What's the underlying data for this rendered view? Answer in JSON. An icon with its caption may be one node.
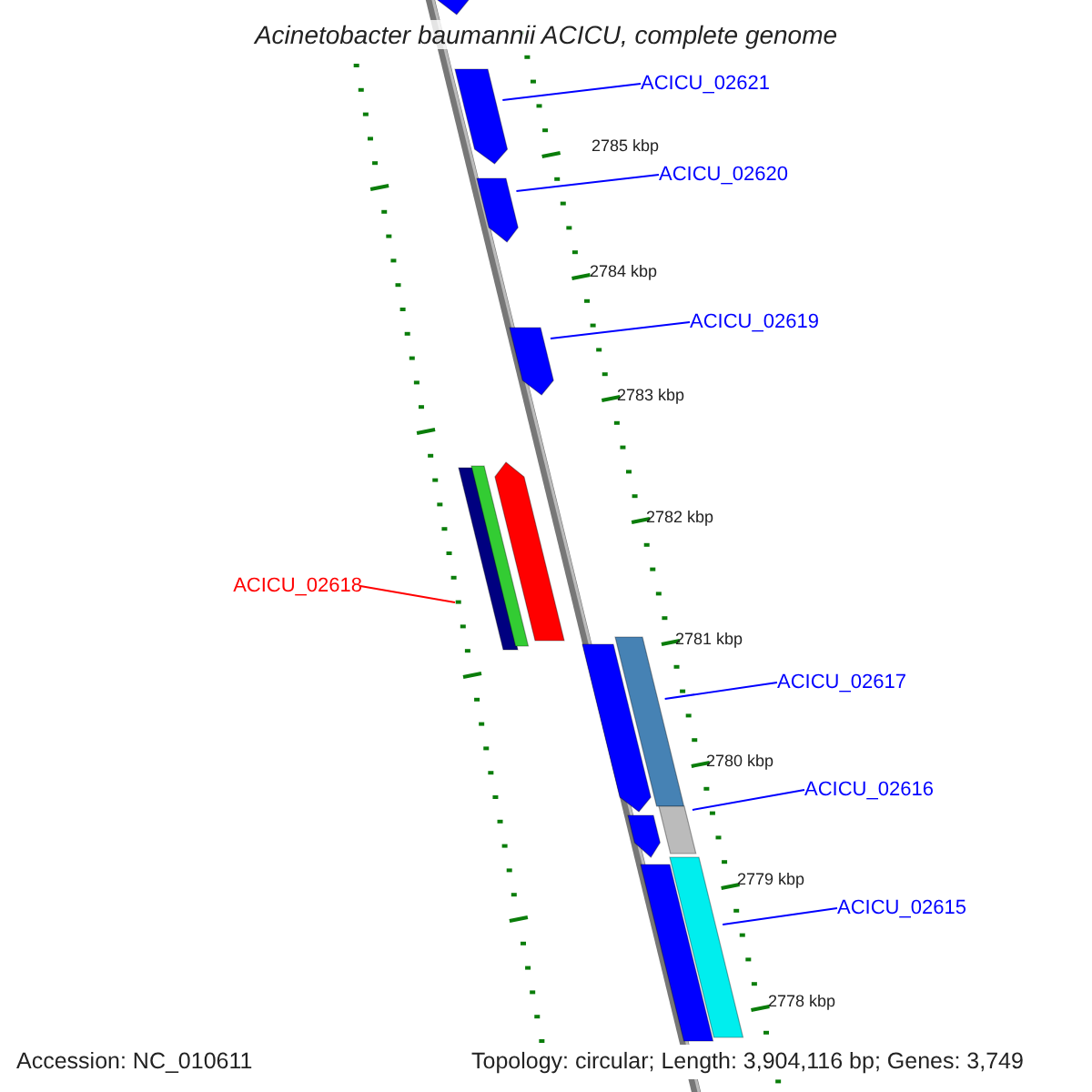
{
  "diagram": {
    "title": "Acinetobacter baumannii ACICU, complete genome",
    "nodes": [
      {
        "text": [
          "ACICU_02621"
        ]
      },
      {
        "text": [],
        "shape": "bar"
      },
      {
        "text": [
          "ACICU_02620"
        ]
      },
      {
        "text": [],
        "shape": "bar"
      },
      {
        "text": [
          "ACICU_02619"
        ]
      },
      {
        "text": [],
        "shape": "bar"
      },
      {
        "text": [],
        "shape": "bar"
      },
      {
        "text": [
          "ACICU_02618"
        ]
      },
      {
        "text": [],
        "shape": "bar"
      },
      {
        "text": [
          "ACICU_02617"
        ]
      },
      {
        "text": [],
        "shape": "bar"
      },
      {
        "text": [
          "ACICU_02616"
        ]
      },
      {
        "text": [],
        "shape": "bar"
      },
      {
        "text": [
          "ACICU_02615"
        ]
      },
      {
        "text": [],
        "shape": "bar"
      },
      {
        "text": [],
        "shape": "bar"
      },
      {
        "text": [],
        "shape": "bar"
      },
      {
        "text": [],
        "shape": "bar"
      }
    ],
    "edges": [
      {
        "from": 0,
        "to": 1,
        "arrow": "none"
      },
      {
        "from": 2,
        "to": 3,
        "arrow": "none"
      },
      {
        "from": 4,
        "to": 5,
        "arrow": "none"
      },
      {
        "from": 7,
        "to": 6,
        "arrow": "none",
        "color": "#ff0000"
      },
      {
        "from": 9,
        "to": 8,
        "arrow": "none"
      },
      {
        "from": 11,
        "to": 10,
        "arrow": "none"
      },
      {
        "from": 13,
        "to": 12,
        "arrow": "none"
      }
    ],
    "labels": [
      "2785 kbp",
      "2784 kbp",
      "2783 kbp",
      "2782 kbp",
      "2781 kbp",
      "2780 kbp",
      "2779 kbp",
      "2778 kbp",
      "Accession: NC_010611",
      "Topology: circular; Length: 3,904,116 bp; Genes: 3,749"
    ]
  }
}
